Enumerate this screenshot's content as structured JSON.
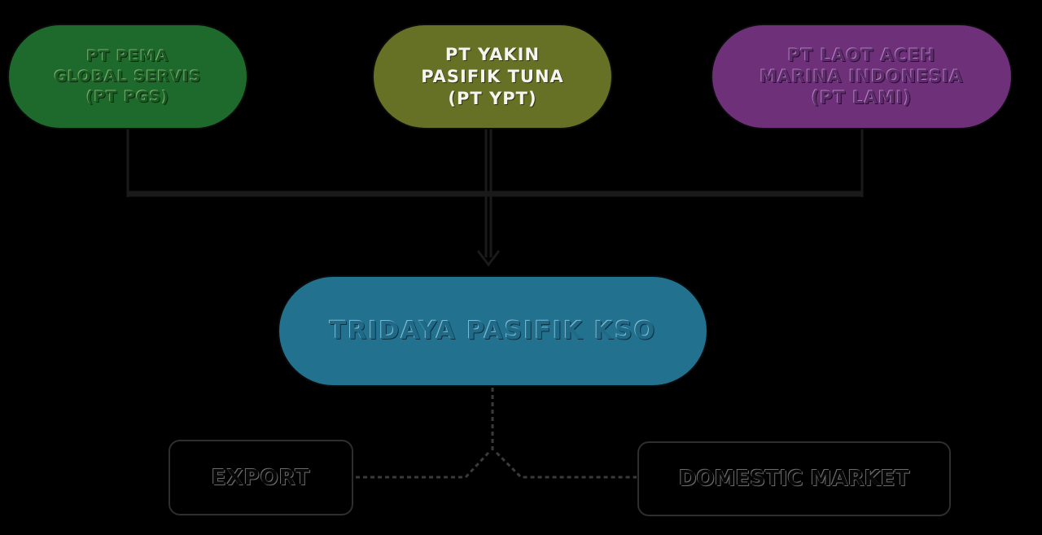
{
  "diagram": {
    "partners": [
      {
        "label": "PT PEMA\nGLOBAL SERVIS\n(PT PGS)",
        "color": "#1e6a2c"
      },
      {
        "label": "PT YAKIN\nPASIFIK TUNA\n(PT YPT)",
        "color": "#677125"
      },
      {
        "label": "PT LAOT ACEH\nMARINA INDONESIA\n(PT LAMI)",
        "color": "#6d3079"
      }
    ],
    "venture": {
      "label": "TRIDAYA PASIFIK KSO",
      "color": "#22718f"
    },
    "markets": [
      {
        "label": "EXPORT"
      },
      {
        "label": "DOMESTIC MARKET"
      }
    ],
    "colors": {
      "background": "#000000",
      "connector": "#1a1a1a",
      "dashed_connector": "#3a3a3a"
    }
  }
}
